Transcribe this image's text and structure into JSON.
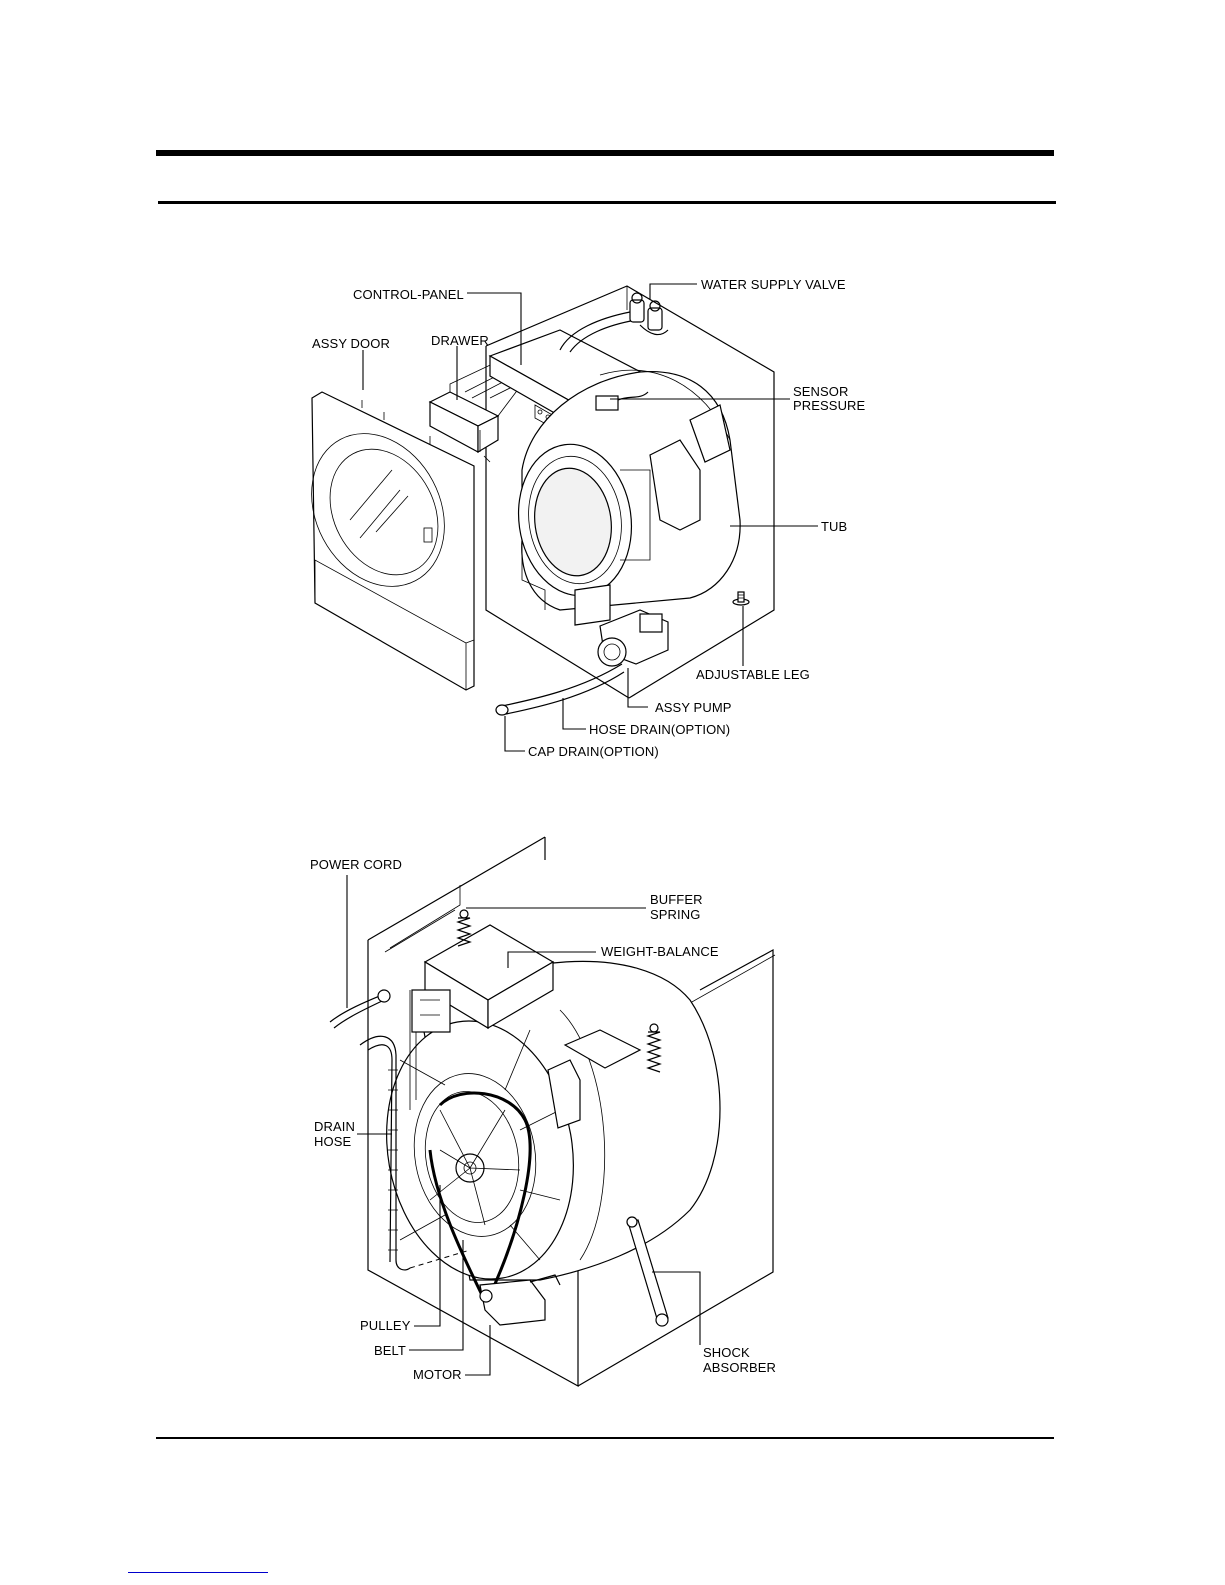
{
  "diagram1": {
    "labels": {
      "control_panel": "CONTROL-PANEL",
      "water_supply_valve": "WATER SUPPLY VALVE",
      "assy_door": "ASSY DOOR",
      "drawer": "DRAWER",
      "sensor_pressure_line1": "SENSOR",
      "sensor_pressure_line2": "PRESSURE",
      "tub": "TUB",
      "adjustable_leg": "ADJUSTABLE LEG",
      "assy_pump": "ASSY PUMP",
      "hose_drain": "HOSE DRAIN(OPTION)",
      "cap_drain": "CAP DRAIN(OPTION)"
    }
  },
  "diagram2": {
    "labels": {
      "power_cord": "POWER CORD",
      "buffer_spring_line1": "BUFFER",
      "buffer_spring_line2": "SPRING",
      "weight_balance": "WEIGHT-BALANCE",
      "drain_hose_line1": "DRAIN",
      "drain_hose_line2": "HOSE",
      "pulley": "PULLEY",
      "belt": "BELT",
      "motor": "MOTOR",
      "shock_absorber_line1": "SHOCK",
      "shock_absorber_line2": "ABSORBER"
    }
  }
}
